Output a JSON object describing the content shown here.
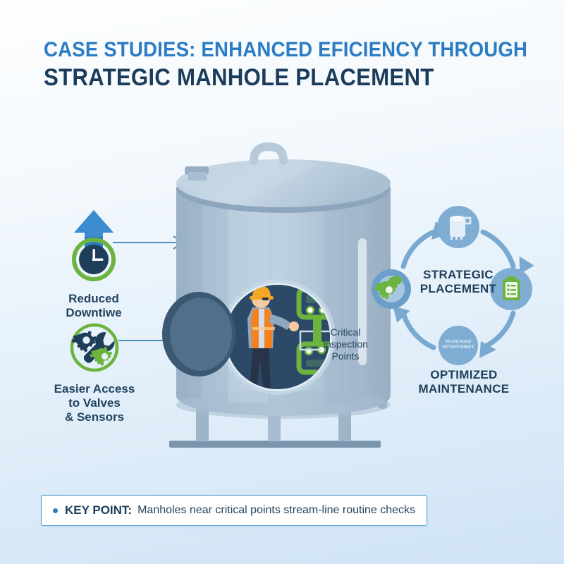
{
  "page": {
    "background_top": "#fdfefe",
    "background_bottom": "#cfe3f5"
  },
  "title": {
    "line1": "CASE STUDIES: ENHANCED EFICIENCY THROUGH",
    "line2": "STRATEGIC MANHOLE PLACEMENT",
    "line1_color": "#2b7cc4",
    "line2_color": "#1b3c5c"
  },
  "benefits": [
    {
      "icon": "clock-icon",
      "accent_icon": "up-arrow-icon",
      "label": "Reduced\nDowntiwe",
      "ring_color": "#6cb33f",
      "fill_color": "#1f3e59"
    },
    {
      "icon": "gears-wrench-icon",
      "label": "Easier Access\nto Valves\n& Sensors",
      "ring_color": "#6cb33f",
      "fill_color": "#1f3e59"
    }
  ],
  "illustration": {
    "name": "storage-tank-with-open-manhole",
    "tank_body_color": "#aec3d6",
    "manhole_interior_color": "#2c4a67",
    "manhole_cover_color": "#4d6b86",
    "worker": {
      "helmet_color": "#f5a623",
      "vest_color": "#f58220"
    },
    "panel_color": "#6cb33f",
    "critical_label": "Critical\nInspection\nPoints"
  },
  "cycle": {
    "center_text": "STRATEGIC\nPLACEMENT",
    "caption": "OPTIMIZED\nMAINTENANCE",
    "ring_color": "#7aa9cf",
    "node_fill": "#7fadd3",
    "nodes": [
      {
        "position": "top",
        "icon": "tank-icon",
        "label": ""
      },
      {
        "position": "right",
        "icon": "clipboard-checklist-icon",
        "label": ""
      },
      {
        "position": "bottom",
        "icon": "text-badge",
        "label": "INCREASED\nOPTEFFZIINEY"
      },
      {
        "position": "left",
        "icon": "gears-icon",
        "label": ""
      }
    ]
  },
  "keypoint": {
    "bullet": "•",
    "label": "KEY POINT:",
    "text": "Manholes near critical points stream-line routine checks",
    "border_color": "#4f9ed4"
  }
}
